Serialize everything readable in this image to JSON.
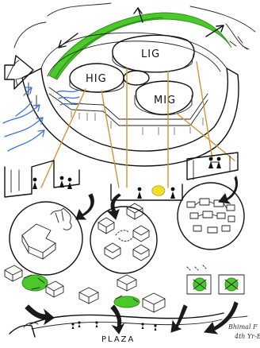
{
  "labels": {
    "hig": "HIG",
    "lig": "LIG",
    "mig": "MIG",
    "plaza": "PLAZA"
  },
  "signature": {
    "line1": "Bhimal F",
    "line2": "4th Yr-B"
  },
  "colors": {
    "ink": "#111111",
    "green": "#4cc92a",
    "orange": "#d9912f",
    "blue": "#3d74d8",
    "yellow": "#f1df2a"
  }
}
